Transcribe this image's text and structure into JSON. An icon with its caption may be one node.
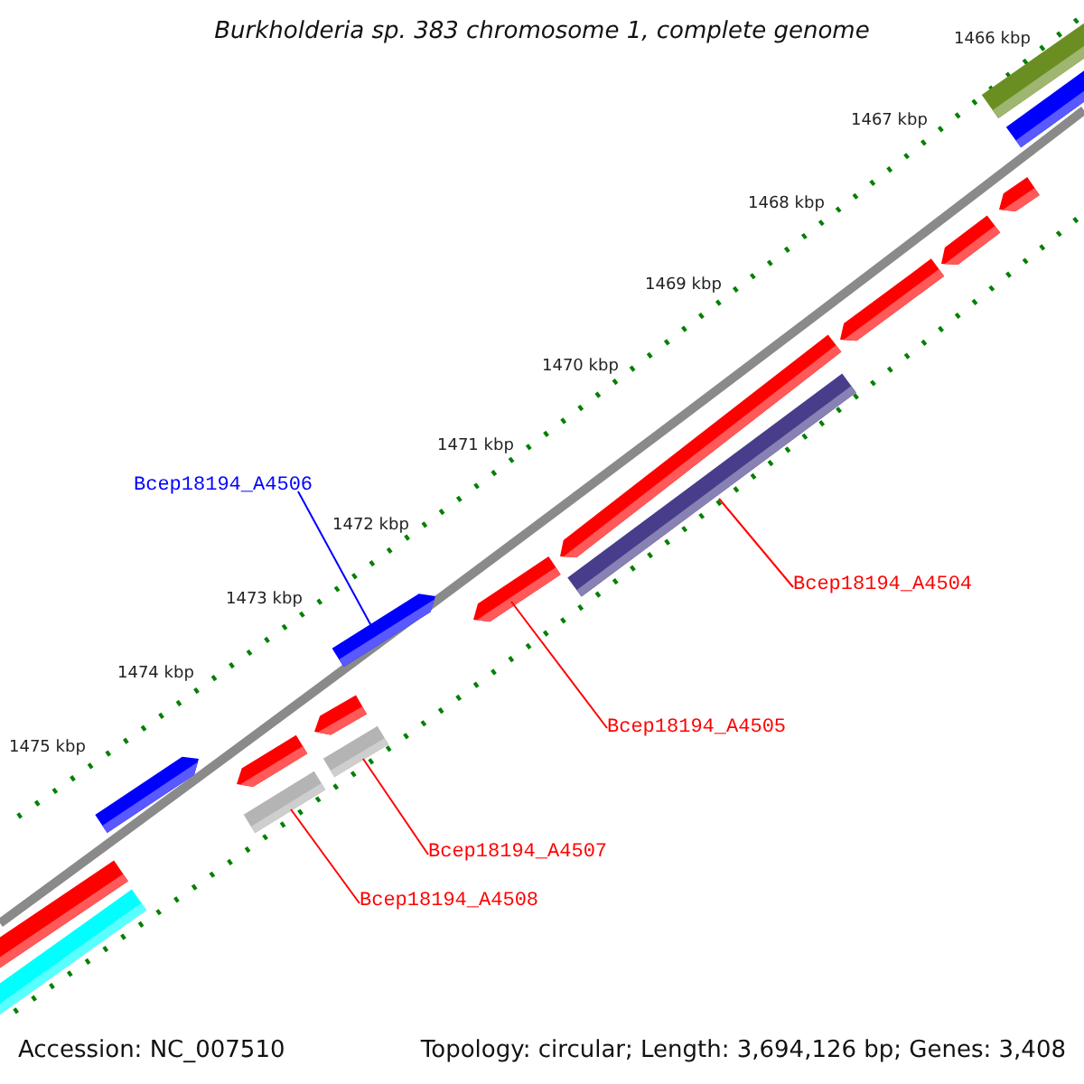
{
  "diagram": {
    "title": "Burkholderia sp. 383 chromosome 1, complete genome",
    "nodes": [
      {
        "text": [
          "Bcep18194_A4506"
        ]
      },
      {
        "text": [
          "Bcep18194_A4504"
        ]
      },
      {
        "text": [
          "Bcep18194_A4505"
        ]
      },
      {
        "text": [
          "Bcep18194_A4507"
        ]
      },
      {
        "text": [
          "Bcep18194_A4508"
        ]
      },
      {
        "text": [],
        "shape": "bar"
      },
      {
        "text": [],
        "shape": "bar"
      },
      {
        "text": [],
        "shape": "bar"
      },
      {
        "text": [],
        "shape": "bar"
      },
      {
        "text": [],
        "shape": "bar"
      },
      {
        "text": [],
        "shape": "bar"
      },
      {
        "text": [],
        "shape": "bar"
      },
      {
        "text": [],
        "shape": "bar"
      },
      {
        "text": [],
        "shape": "bar"
      },
      {
        "text": [],
        "shape": "bar"
      },
      {
        "text": [],
        "shape": "bar"
      },
      {
        "text": [],
        "shape": "bar"
      },
      {
        "text": [],
        "shape": "bar"
      },
      {
        "text": [],
        "shape": "bar"
      },
      {
        "text": [],
        "shape": "bar"
      },
      {
        "text": [],
        "shape": "bar"
      }
    ],
    "edges": [
      {
        "from": 0,
        "to": 12,
        "arrow": "none",
        "color": "#0000ff"
      },
      {
        "from": 1,
        "to": 15,
        "arrow": "none"
      },
      {
        "from": 2,
        "to": 13,
        "arrow": "none"
      },
      {
        "from": 3,
        "to": 11,
        "arrow": "none"
      },
      {
        "from": 4,
        "to": 9,
        "arrow": "none"
      }
    ],
    "labels": [
      "1466 kbp",
      "1467 kbp",
      "1468 kbp",
      "1469 kbp",
      "1470 kbp",
      "1471 kbp",
      "1472 kbp",
      "1473 kbp",
      "1474 kbp",
      "1475 kbp",
      "Accession: NC_007510",
      "Topology: circular; Length: 3,694,126 bp; Genes: 3,408"
    ]
  }
}
